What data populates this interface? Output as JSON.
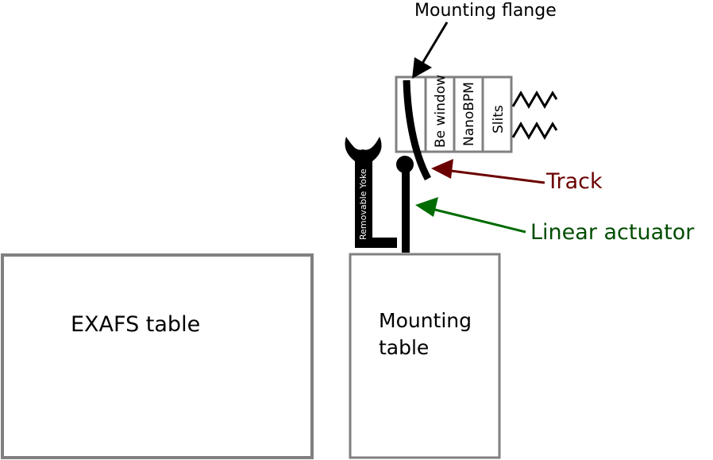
{
  "labels": {
    "mounting_flange": "Mounting flange",
    "be_window": "Be window",
    "nanobpm": "NanoBPM",
    "slits": "Slits",
    "track": "Track",
    "linear_actuator": "Linear actuator",
    "removable_yoke": "Removable Yoke",
    "exafs_table": "EXAFS table",
    "mounting_table_line1": "Mounting",
    "mounting_table_line2": "table"
  },
  "colors": {
    "track": "#6b0000",
    "linear_actuator": "#006b00",
    "outline": "#808080",
    "ink": "#000000"
  }
}
